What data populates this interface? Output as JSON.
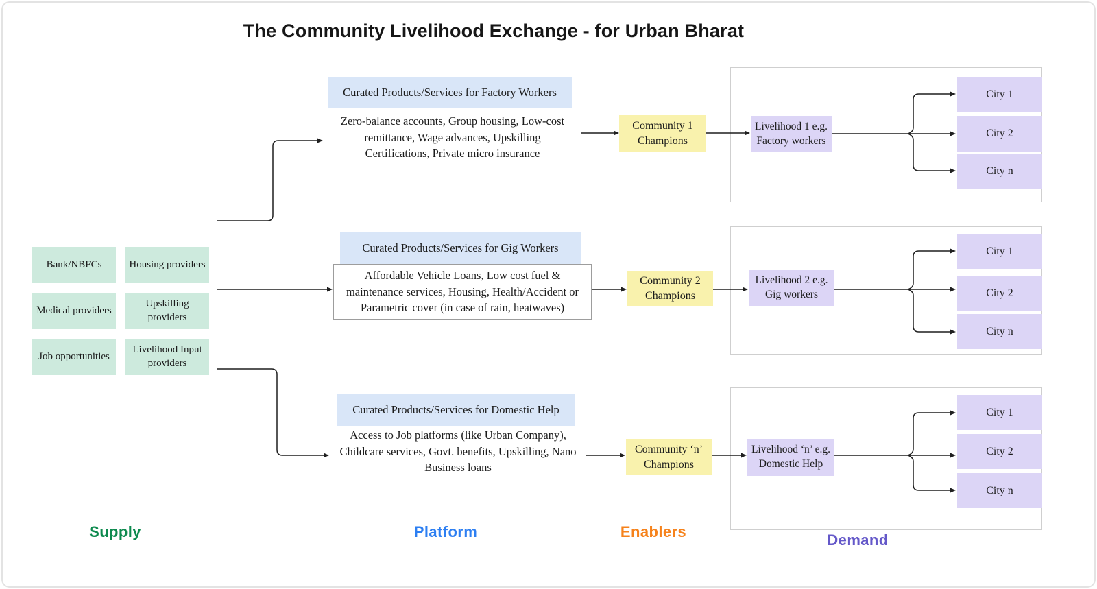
{
  "title": "The Community Livelihood Exchange - for Urban Bharat",
  "legend": {
    "supply": {
      "label": "Supply",
      "color": "#0d8a4e"
    },
    "platform": {
      "label": "Platform",
      "color": "#2d7ff2"
    },
    "enablers": {
      "label": "Enablers",
      "color": "#f6821b"
    },
    "demand": {
      "label": "Demand",
      "color": "#6458c9"
    }
  },
  "supply": {
    "providers": [
      "Bank/NBFCs",
      "Housing providers",
      "Medical providers",
      "Upskilling providers",
      "Job opportunities",
      "Livelihood Input providers"
    ]
  },
  "platform": {
    "groups": [
      {
        "header": "Curated Products/Services for Factory Workers",
        "body": "Zero-balance accounts, Group housing, Low-cost remittance, Wage advances, Upskilling Certifications, Private micro insurance"
      },
      {
        "header": "Curated Products/Services for Gig Workers",
        "body": "Affordable Vehicle Loans, Low cost fuel & maintenance services, Housing, Health/Accident or Parametric cover (in case of rain, heatwaves)"
      },
      {
        "header": "Curated Products/Services for Domestic Help",
        "body": "Access to Job platforms (like Urban Company), Childcare services, Govt. benefits, Upskilling, Nano Business loans"
      }
    ]
  },
  "enablers": {
    "champions": [
      "Community 1 Champions",
      "Community 2 Champions",
      "Community ‘n’ Champions"
    ]
  },
  "demand": {
    "groups": [
      {
        "livelihood": "Livelihood 1 e.g. Factory workers",
        "cities": [
          "City 1",
          "City 2",
          "City n"
        ]
      },
      {
        "livelihood": "Livelihood 2 e.g. Gig workers",
        "cities": [
          "City 1",
          "City 2",
          "City n"
        ]
      },
      {
        "livelihood": "Livelihood ‘n’ e.g. Domestic Help",
        "cities": [
          "City 1",
          "City 2",
          "City n"
        ]
      }
    ]
  },
  "palette": {
    "supply_box": "#cdeadd",
    "platform_header": "#d9e6f8",
    "enabler_box": "#f9f2ad",
    "demand_box": "#dcd5f6",
    "container_border": "#cfcfcf",
    "connector": "#1f1f1f"
  }
}
